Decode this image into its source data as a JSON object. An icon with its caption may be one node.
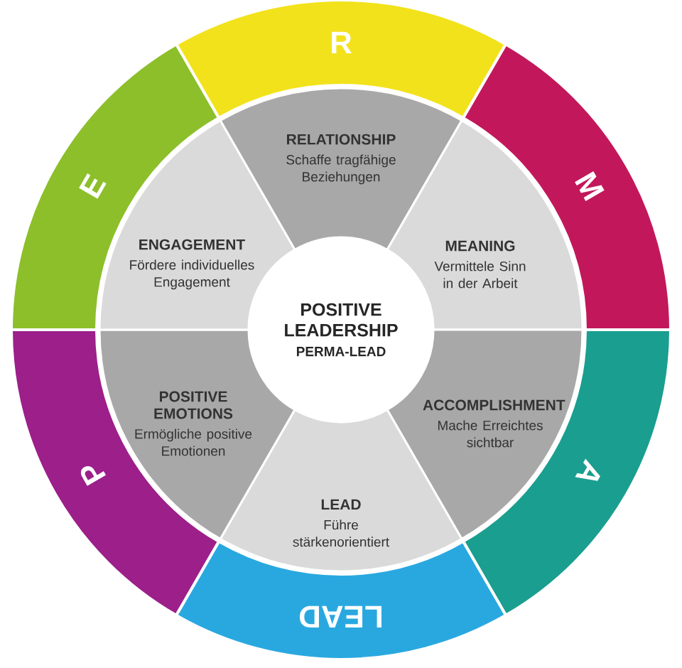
{
  "diagram": {
    "nodes": [
      {
        "text": [
          "POSITIVE LEADERSHIP",
          "PERMA-LEAD"
        ]
      },
      {
        "text": [
          "RELATIONSHIP",
          "Schaffe tragfähige Beziehungen"
        ]
      },
      {
        "text": [
          "MEANING",
          "Vermittele Sinn in der Arbeit"
        ]
      },
      {
        "text": [
          "ACCOMPLISHMENT",
          "Mache Erreichtes sichtbar"
        ]
      },
      {
        "text": [
          "LEAD",
          "Führe stärkenorientiert"
        ]
      },
      {
        "text": [
          "POSITIVE EMOTIONS",
          "Ermögliche positive Emotionen"
        ]
      },
      {
        "text": [
          "ENGAGEMENT",
          "Fördere individuelles Engagement"
        ]
      },
      {
        "text": [
          "R"
        ]
      },
      {
        "text": [
          "M"
        ]
      },
      {
        "text": [
          "A"
        ]
      },
      {
        "text": [
          "LEAD"
        ]
      },
      {
        "text": [
          "P"
        ]
      },
      {
        "text": [
          "E"
        ]
      }
    ]
  }
}
